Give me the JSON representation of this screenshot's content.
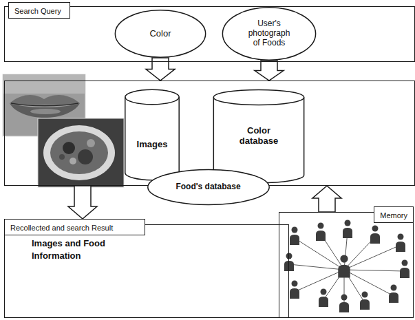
{
  "diagram": {
    "nodes": [
      {
        "text": [
          "Search Query"
        ]
      },
      {
        "text": [
          "Color"
        ],
        "in": 0
      },
      {
        "text": [
          "User's photograph of Foods"
        ],
        "in": 0
      },
      {
        "text": [
          "Food's database"
        ]
      },
      {
        "text": [
          "Images"
        ],
        "in": 3
      },
      {
        "text": [
          "Color database"
        ],
        "in": 3
      },
      {
        "text": [
          "Recollected and search Result",
          "Images and Food Information"
        ]
      },
      {
        "text": [
          "Memory"
        ]
      }
    ],
    "edges": [
      {
        "from": 1,
        "to": 3,
        "arrow": "to"
      },
      {
        "from": 2,
        "to": 3,
        "arrow": "to"
      },
      {
        "from": 3,
        "to": 6,
        "arrow": "to"
      },
      {
        "from": 7,
        "to": 3,
        "arrow": "to"
      }
    ]
  }
}
